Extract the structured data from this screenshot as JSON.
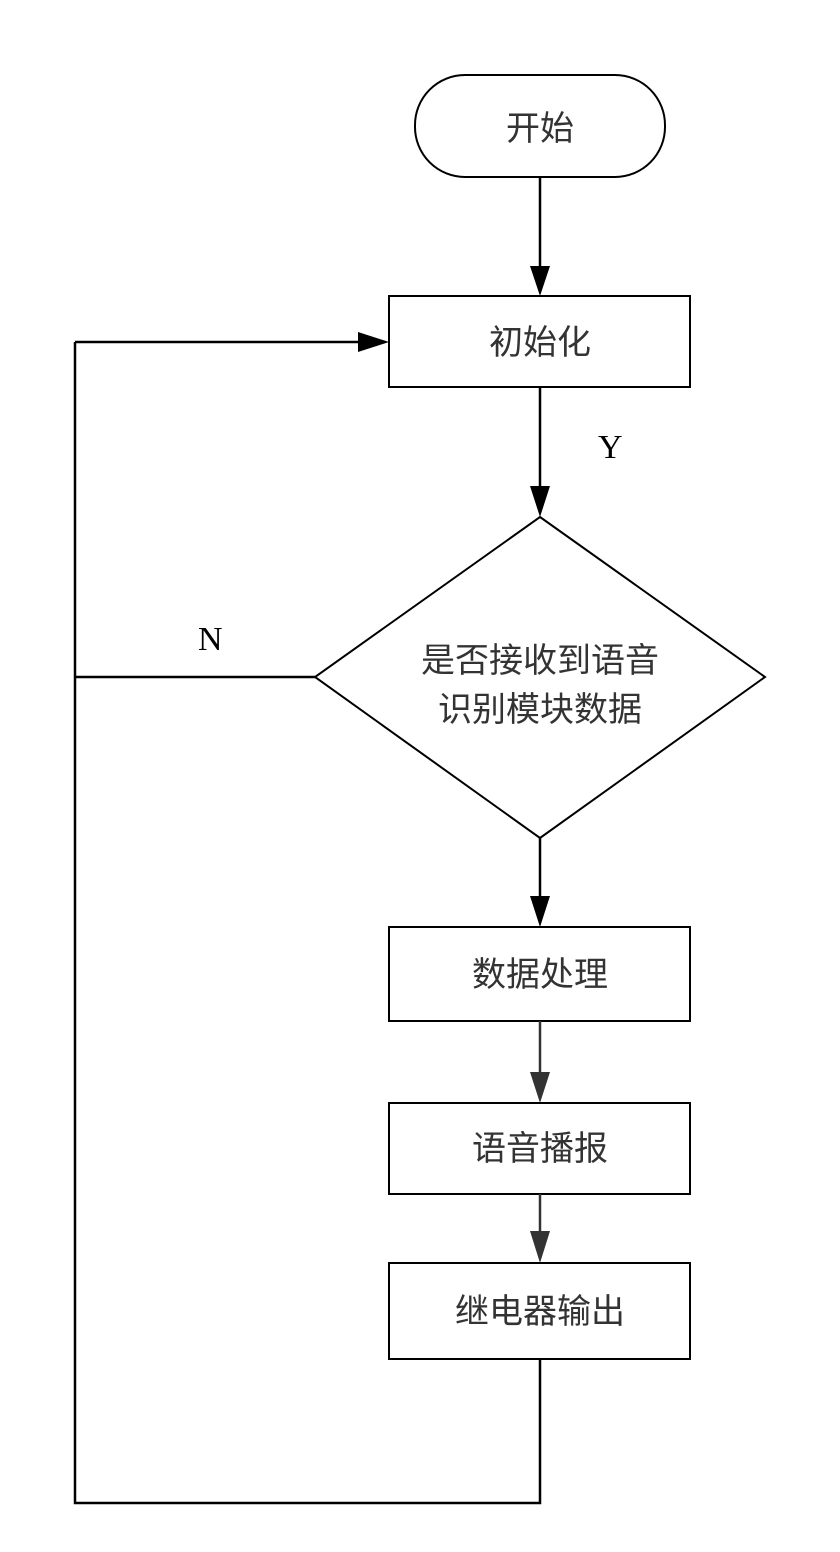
{
  "nodes": {
    "start": "开始",
    "init": "初始化",
    "decision_line1": "是否接收到语音",
    "decision_line2": "识别模块数据",
    "process_data": "数据处理",
    "voice_broadcast": "语音播报",
    "relay_output": "继电器输出"
  },
  "labels": {
    "yes": "Y",
    "no": "N"
  },
  "colors": {
    "stroke": "#000000",
    "lower_edges": "#333333",
    "text": "#333333"
  }
}
